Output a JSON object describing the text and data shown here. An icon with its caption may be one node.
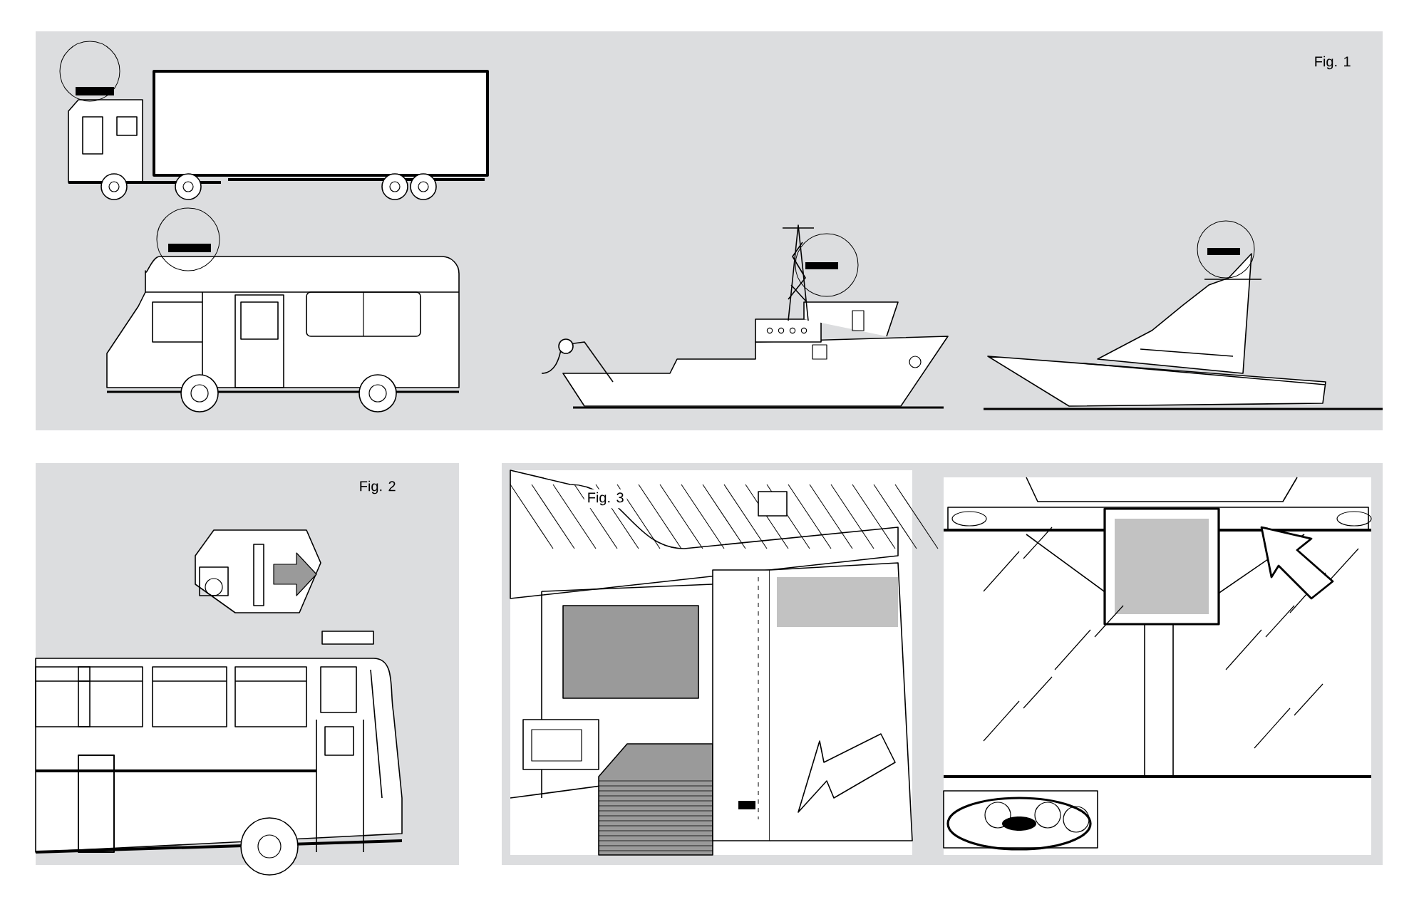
{
  "diagram": {
    "labels": [
      "Fig. 1",
      "Fig. 2",
      "Fig. 3"
    ]
  }
}
